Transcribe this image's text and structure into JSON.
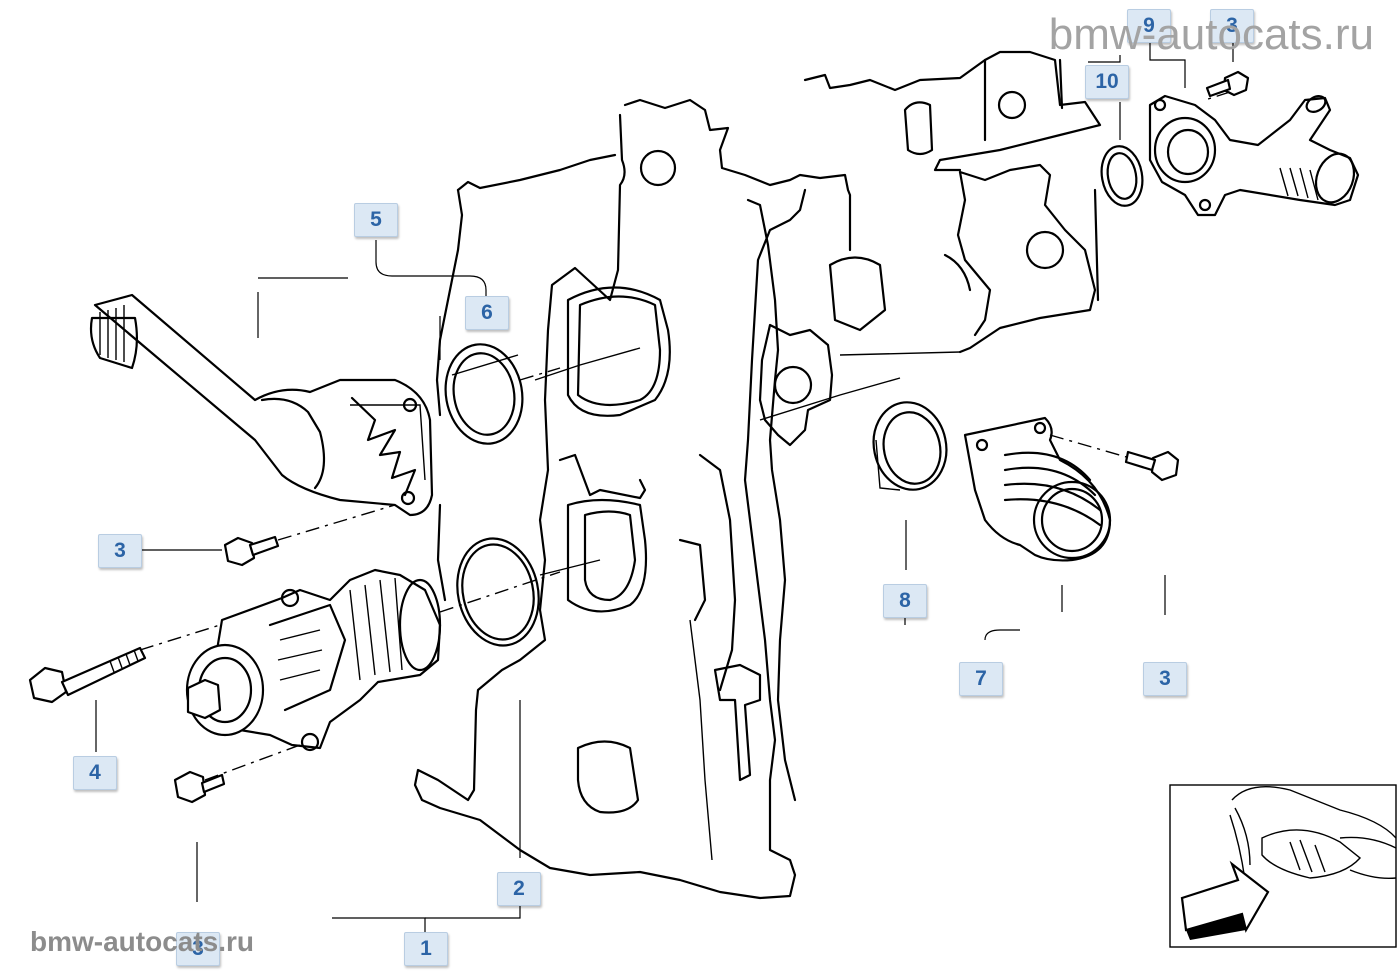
{
  "watermark": {
    "top": "bmw-autocats.ru",
    "bottom": "bmw-autocats.ru"
  },
  "callouts": [
    {
      "id": "c-9",
      "label": "9"
    },
    {
      "id": "c-3a",
      "label": "3"
    },
    {
      "id": "c-10",
      "label": "10"
    },
    {
      "id": "c-5",
      "label": "5"
    },
    {
      "id": "c-6",
      "label": "6"
    },
    {
      "id": "c-3b",
      "label": "3"
    },
    {
      "id": "c-8",
      "label": "8"
    },
    {
      "id": "c-7",
      "label": "7"
    },
    {
      "id": "c-3c",
      "label": "3"
    },
    {
      "id": "c-4",
      "label": "4"
    },
    {
      "id": "c-2",
      "label": "2"
    },
    {
      "id": "c-1",
      "label": "1"
    },
    {
      "id": "c-3d",
      "label": "3"
    }
  ],
  "icons": {
    "engine": "engine-block-drawing-icon",
    "pump": "water-pump-drawing-icon",
    "thumbnail": "car-front-thumbnail-icon"
  }
}
